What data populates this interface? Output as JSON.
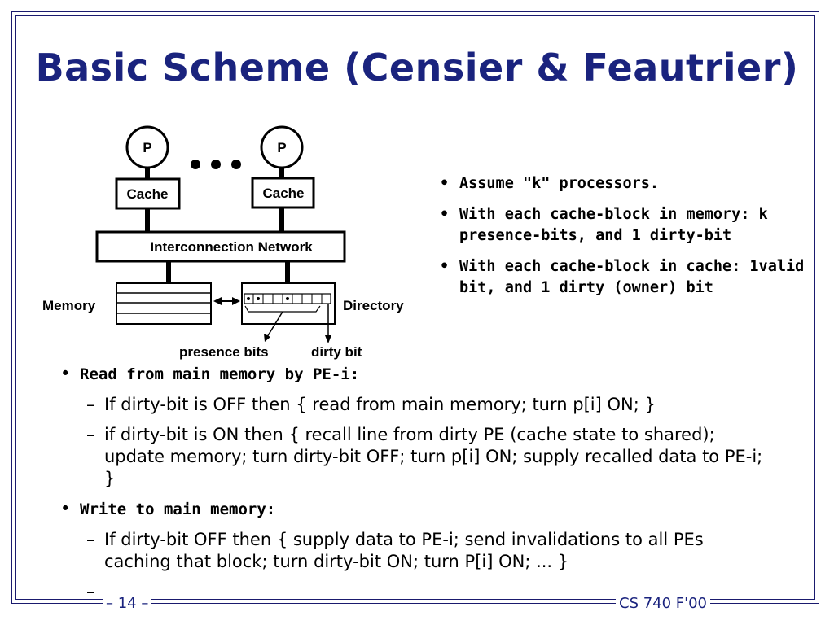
{
  "title": "Basic Scheme (Censier & Feautrier)",
  "diagram": {
    "processor_left": "P",
    "processor_right": "P",
    "ellipsis": "• • •",
    "cache_left": "Cache",
    "cache_right": "Cache",
    "network": "Interconnection Network",
    "memory": "Memory",
    "directory": "Directory",
    "presence_bits": "presence bits",
    "dirty_bit": "dirty bit"
  },
  "right_bullets": [
    {
      "text": "Assume \"k\" processors."
    },
    {
      "text": "With each cache-block in memory: k  presence-bits, and 1 dirty-bit"
    },
    {
      "text": "With each cache-block in cache: 1valid bit, and 1 dirty (owner) bit"
    }
  ],
  "main": {
    "read_heading": "Read from main memory by PE-i:",
    "read_items": [
      "If dirty-bit is OFF then { read from main memory; turn p[i] ON; }",
      "if dirty-bit is ON   then { recall line from dirty PE (cache state to shared); update memory; turn dirty-bit OFF; turn p[i] ON; supply recalled data to PE-i; }"
    ],
    "write_heading": "Write to main memory:",
    "write_items": [
      "If dirty-bit OFF then { supply data to PE-i; send invalidations to all PEs caching that block; turn dirty-bit ON; turn P[i] ON; ... }",
      "..."
    ]
  },
  "footer": {
    "page": "– 14 –",
    "course": "CS 740 F'00"
  },
  "colors": {
    "title": "#1a237e",
    "frame": "#1a1a6e"
  }
}
